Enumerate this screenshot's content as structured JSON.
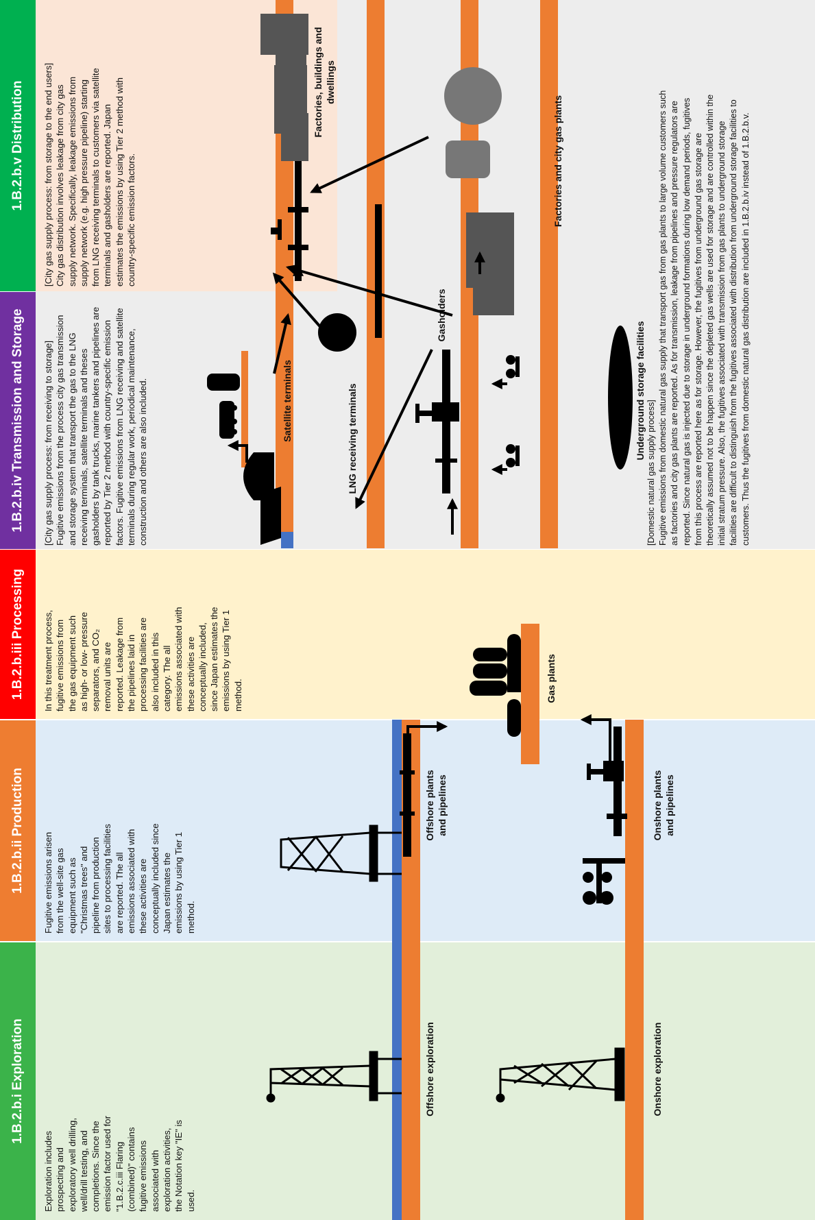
{
  "colors": {
    "exploration": "#3bb34a",
    "production": "#ee7d31",
    "processing": "#ff0000",
    "transmission": "#7030a0",
    "distribution": "#00b050",
    "ocean": "#4472c4",
    "ground": "#ed7d31"
  },
  "sections": {
    "exploration": {
      "title": "1.B.2.b.i Exploration",
      "description": "Exploration includes\nprospecting and\nexploratory well drilling,\nwell/drill testing, and\ncompletions. Since the\nemission factor used for\n\"1.B.2.c.iii Flaring\n(combined)\" contains\nfugitive emissions\nassociated with\nexploration activities,\nthe Notation key \"IE\" is\nused.",
      "offshore_label": "Offshore exploration",
      "onshore_label": "Onshore exploration"
    },
    "production": {
      "title": "1.B.2.b.ii Production",
      "description": "Fugitive emissions arisen\nfrom the well-site gas\nequipment such as\n\"Christmas trees\" and\npipeline from production\nsites to processing facilities\nare reported. The all\nemissions associated with\nthese activities are\nconceptually included since\nJapan estimates the\nemissions by using Tier 1\nmethod.",
      "offshore_label": "Offshore plants\nand pipelines",
      "onshore_label": "Onshore plants\nand pipelines"
    },
    "processing": {
      "title": "1.B.2.b.iii Processing",
      "description": "In this treatment process,\nfugitive emissions from\nthe gas equipment such\nas high- or low- pressure\nseparators, and CO₂\nremoval units are\nreported. Leakage from\nthe pipelines laid in\nprocessing facilities are\nalso included in this\ncategory. The all\nemissions associated with\nthese activities are\nconceptually included,\nsince Japan estimates the\nemissions by using Tier 1\nmethod.",
      "gas_plants_label": "Gas plants"
    },
    "transmission": {
      "title": "1.B.2.b.iv Transmission and Storage",
      "description": "[City gas supply process: from receiving to storage]\nFugitive emissions from the process city gas transmission\nand storage system that transport the gas to the LNG\nreceiving terminals, satellite terminals and theses\ngasholders by tank trucks, marine tankers and pipelines are\nreported by Tier 2 method with country-specific emission\nfactors. Fugitive emissions from LNG receiving and satellite\nterminals during regular work, periodical maintenance,\nconstruction and others are also included.",
      "lng_label": "LNG receiving terminals",
      "satellite_label": "Satellite terminals",
      "gasholders_label": "Gasholders",
      "underground_label": "Underground storage facilities"
    },
    "distribution": {
      "title": "1.B.2.b.v Distribution",
      "description": "[City gas supply process: from storage to the end users]\nCity gas distribution involves leakage from city gas\nsupply network. Specifically, leakage emissions from\nsupply network (e.g. high pressure pipeline) starting\nfrom LNG receiving terminals to customers via satellite\nterminals and gasholders are reported. Japan\nestimates the emissions by using Tier 2 method with\ncountry-specific emission factors.",
      "factories_label": "Factories, buildings and\ndwellings",
      "city_gas_label": "Factories and city gas plants"
    },
    "domestic": {
      "description": "[Domestic natural gas supply process]\nFugitive emissions from domestic natural gas supply that transport gas from gas plants to large volume customers such\nas factories and city gas plants are reported. As for transmission, leakage from pipelines and pressure regulators are\nreported. Since natural gas is injected due to storage in underground formations during low demand periods, fugitives\nfrom this process are reported here as for storage. However, the fugitives from underground gas storage are\ntheoretically assumed not to be happen since the depleted gas wells are used for storage and are controlled within the\ninitial stratum pressure. Also, the fugitives associated with transmission from gas plants to underground storage\nfacilities are difficult to distinguish from the fugitives associated with distribution from underground storage facilities to\ncustomers. Thus the fugitives from domestic natural gas distribution are included in 1.B.2.b.iv instead of 1.B.2.b.v."
    }
  }
}
